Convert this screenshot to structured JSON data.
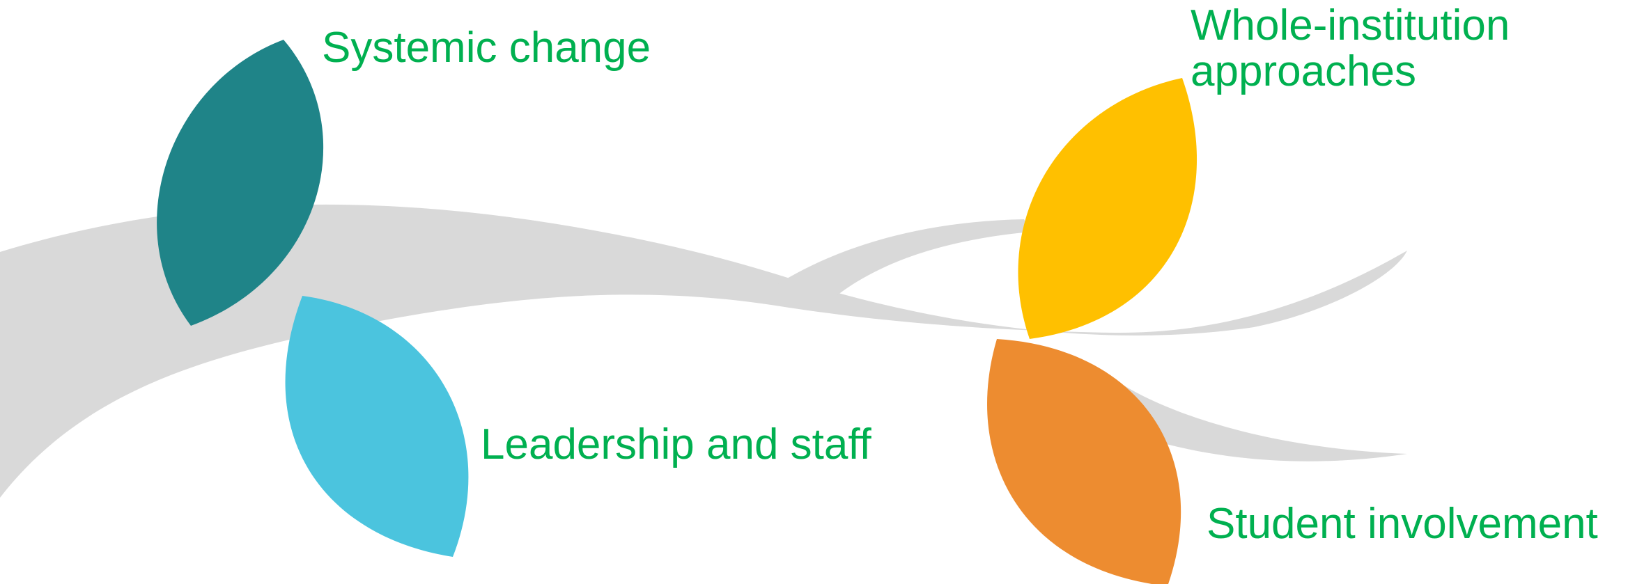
{
  "diagram": {
    "colors": {
      "branch": "#d9d9d9",
      "label_text": "#00b050",
      "background": "#ffffff"
    },
    "leaves": [
      {
        "id": "systemic",
        "label": "Systemic change",
        "color": "#1f8488"
      },
      {
        "id": "leadership",
        "label": "Leadership and staff",
        "color": "#4bc4de"
      },
      {
        "id": "whole",
        "label": "Whole-institution\napproaches",
        "label_line1": "Whole-institution",
        "label_line2": "approaches",
        "color": "#ffc000"
      },
      {
        "id": "student",
        "label": "Student involvement",
        "color": "#ed8c30"
      }
    ]
  }
}
